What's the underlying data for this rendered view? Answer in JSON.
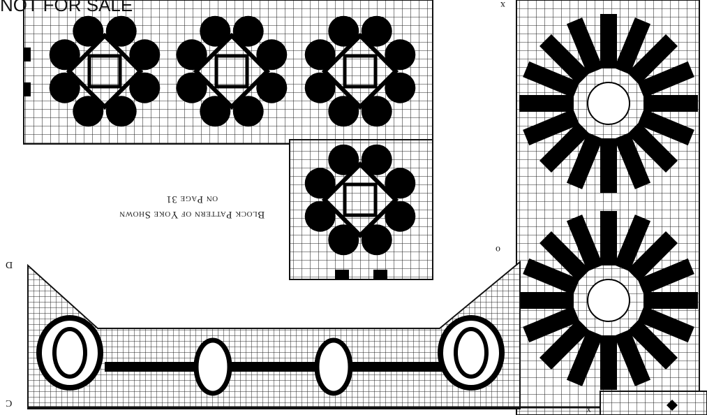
{
  "watermark": "NOT FOR SALE",
  "caption": {
    "line1": "Block Pattern of Yoke Shown",
    "line2": "on Page 31"
  },
  "reference_marks": {
    "top_right": "x",
    "middle_right": "o",
    "left_upper": "D",
    "left_lower": "C",
    "bottom": "x"
  },
  "colors": {
    "paper": "#ffffff",
    "ink": "#000000",
    "grid": "#222222"
  }
}
